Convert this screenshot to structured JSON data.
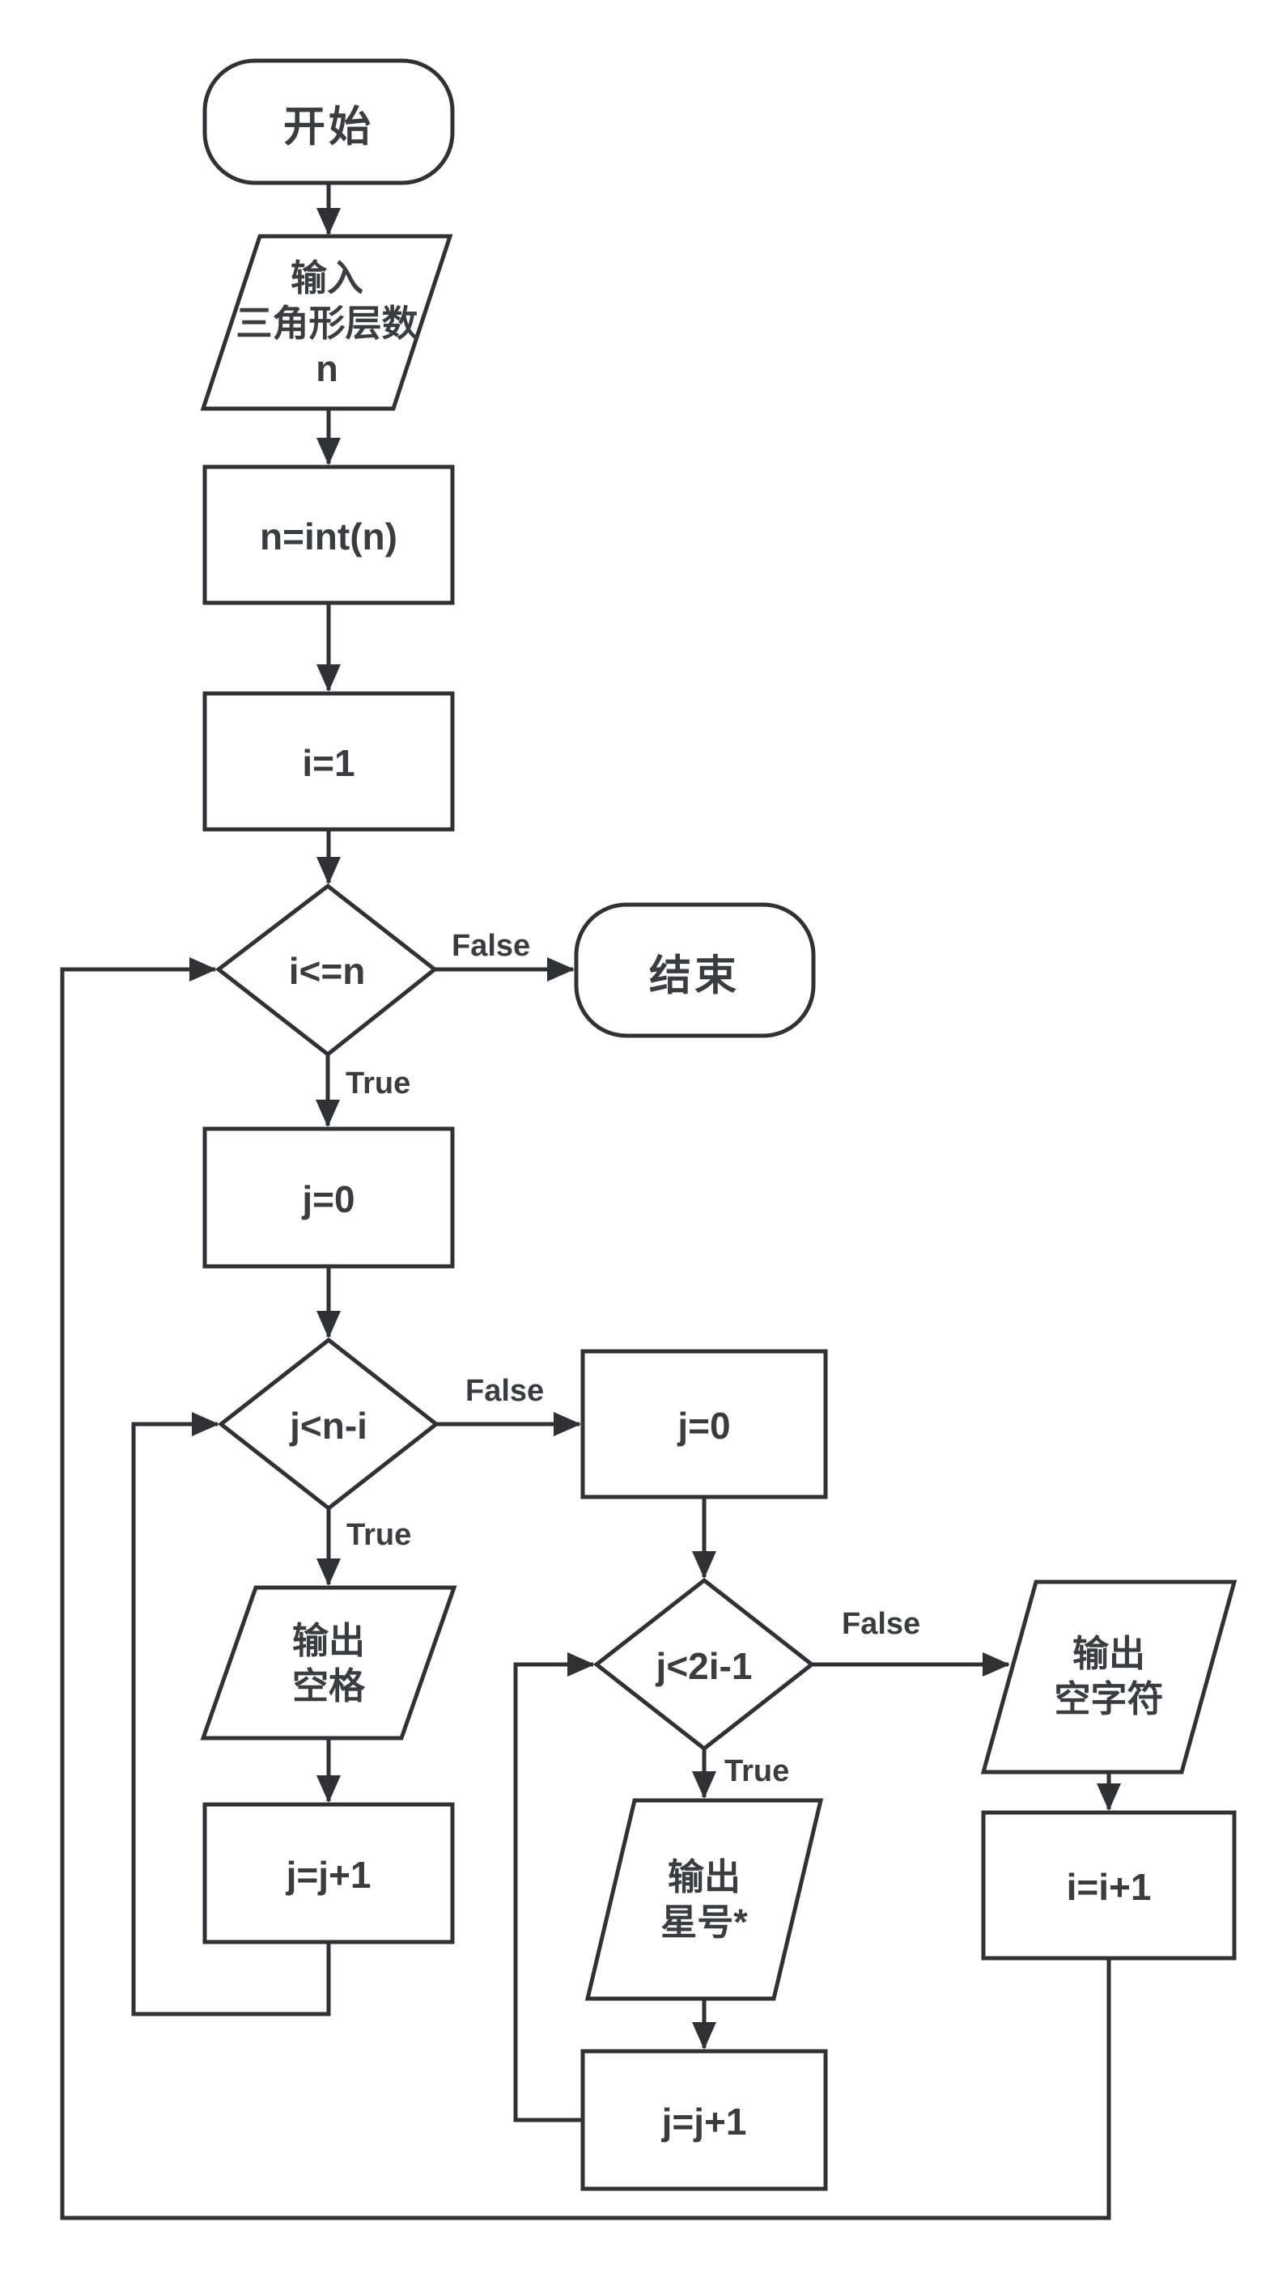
{
  "flowchart": {
    "background": "#ffffff",
    "stroke_color": "#2f3235",
    "text_color": "#3a3d40",
    "nodes": {
      "start": {
        "label": "开始"
      },
      "input_layers": {
        "lines": [
          "输入",
          "三角形层数",
          "n"
        ]
      },
      "cast_int": {
        "label": "n=int(n)"
      },
      "init_i": {
        "label": "i=1"
      },
      "cond_i": {
        "label": "i<=n"
      },
      "end": {
        "label": "结束"
      },
      "init_j": {
        "label": "j=0"
      },
      "cond_space": {
        "label": "j<n-i"
      },
      "reset_j": {
        "label": "j=0"
      },
      "out_space": {
        "lines": [
          "输出",
          "空格"
        ]
      },
      "cond_star": {
        "label": "j<2i-1"
      },
      "out_empty": {
        "lines": [
          "输出",
          "空字符"
        ]
      },
      "inc_j_space": {
        "label": "j=j+1"
      },
      "out_star": {
        "lines": [
          "输出",
          "星号*"
        ]
      },
      "inc_i": {
        "label": "i=i+1"
      },
      "inc_j_star": {
        "label": "j=j+1"
      }
    },
    "edge_labels": {
      "cond_i_true": "True",
      "cond_i_false": "False",
      "cond_space_true": "True",
      "cond_space_false": "False",
      "cond_star_true": "True",
      "cond_star_false": "False"
    }
  }
}
